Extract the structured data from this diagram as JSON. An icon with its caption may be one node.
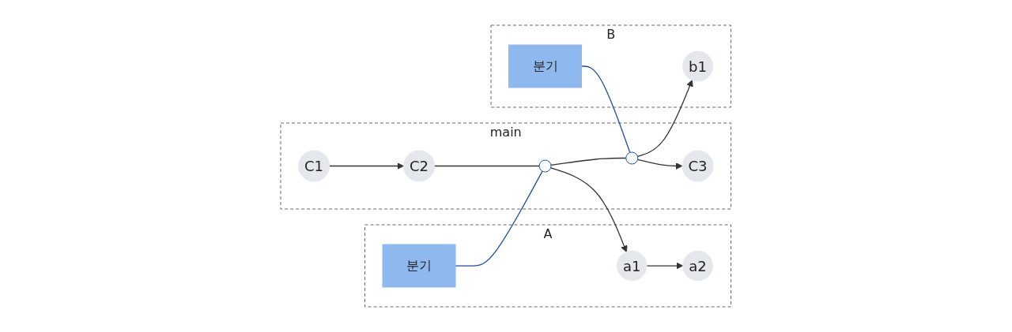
{
  "diagram": {
    "nodes": [
      {
        "text": [
          "A"
        ]
      },
      {
        "text": [
          "분기"
        ],
        "in": 0
      },
      {
        "text": [
          "a1"
        ],
        "in": 0
      },
      {
        "text": [
          "a2"
        ],
        "in": 0
      },
      {
        "text": [
          "main"
        ]
      },
      {
        "text": [
          "C1"
        ],
        "in": 4
      },
      {
        "text": [
          "C2"
        ],
        "in": 4
      },
      {
        "text": [],
        "shape": "circle",
        "in": 4
      },
      {
        "text": [],
        "shape": "circle",
        "in": 4
      },
      {
        "text": [
          "C3"
        ],
        "in": 4
      },
      {
        "text": [
          "B"
        ]
      },
      {
        "text": [
          "분기"
        ],
        "in": 10
      },
      {
        "text": [
          "b1"
        ],
        "in": 10
      }
    ],
    "edges": [
      {
        "from": 5,
        "to": 6,
        "arrow": "to"
      },
      {
        "from": 6,
        "to": 7,
        "arrow": "none"
      },
      {
        "from": 7,
        "to": 8,
        "arrow": "none"
      },
      {
        "from": 8,
        "to": 9,
        "arrow": "to"
      },
      {
        "from": 7,
        "to": 2,
        "arrow": "to"
      },
      {
        "from": 2,
        "to": 3,
        "arrow": "to"
      },
      {
        "from": 8,
        "to": 12,
        "arrow": "to"
      },
      {
        "from": 1,
        "to": 7,
        "arrow": "none",
        "color": "#1f4e9c"
      },
      {
        "from": 11,
        "to": 8,
        "arrow": "none",
        "color": "#1f4e9c"
      }
    ]
  }
}
